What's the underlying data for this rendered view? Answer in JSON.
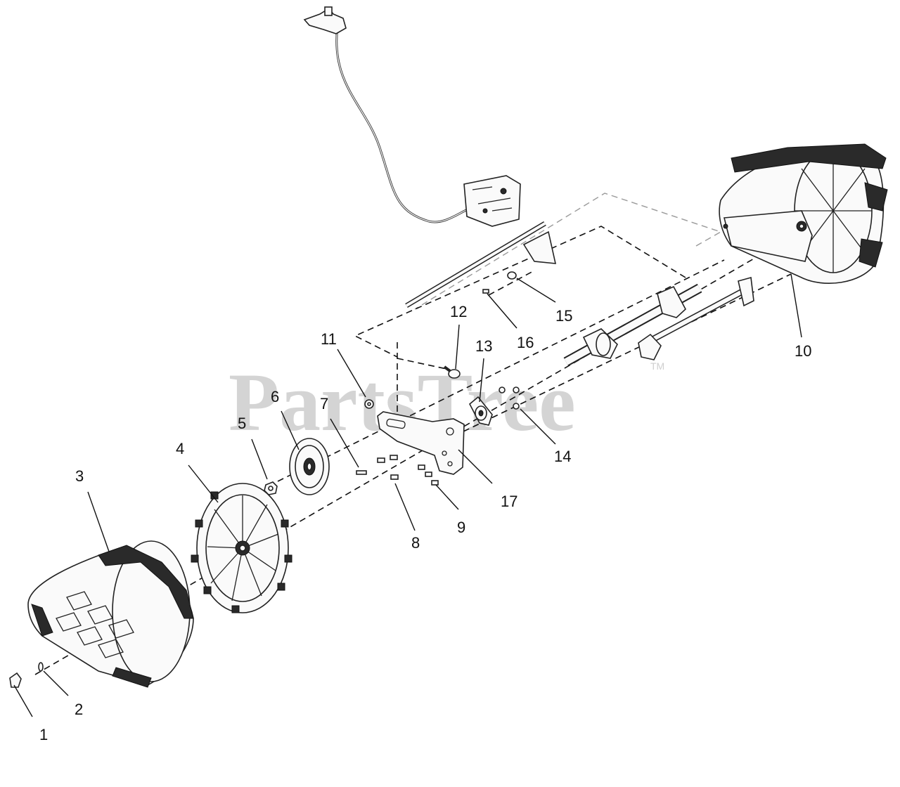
{
  "watermark": {
    "text": "PartsTree",
    "trademark": "TM"
  },
  "callouts": [
    {
      "id": "c1",
      "label": "1"
    },
    {
      "id": "c2",
      "label": "2"
    },
    {
      "id": "c3",
      "label": "3"
    },
    {
      "id": "c4",
      "label": "4"
    },
    {
      "id": "c5",
      "label": "5"
    },
    {
      "id": "c6",
      "label": "6"
    },
    {
      "id": "c7",
      "label": "7"
    },
    {
      "id": "c8",
      "label": "8"
    },
    {
      "id": "c9",
      "label": "9"
    },
    {
      "id": "c10",
      "label": "10"
    },
    {
      "id": "c11",
      "label": "11"
    },
    {
      "id": "c12",
      "label": "12"
    },
    {
      "id": "c13",
      "label": "13"
    },
    {
      "id": "c14",
      "label": "14"
    },
    {
      "id": "c15",
      "label": "15"
    },
    {
      "id": "c16",
      "label": "16"
    },
    {
      "id": "c17",
      "label": "17"
    }
  ]
}
